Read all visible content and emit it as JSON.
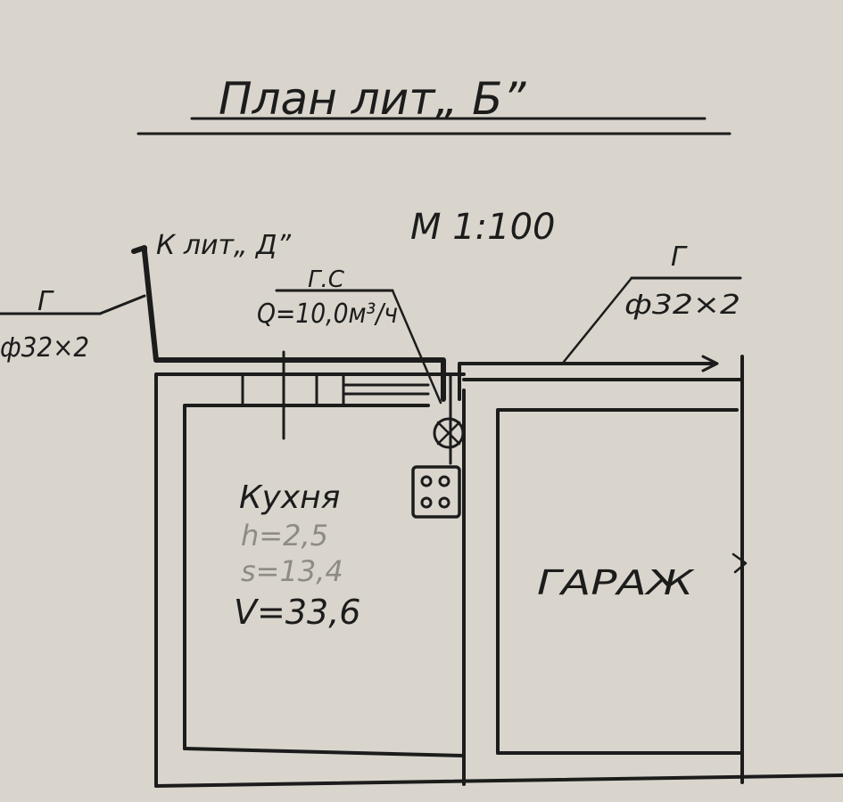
{
  "title": "План лит„ Б”",
  "scale": "М 1:100",
  "pointer_left": "К лит„ Д”",
  "pipe_left": {
    "type": "Г",
    "size": "ф32×2"
  },
  "pipe_right": {
    "type": "Г",
    "size": "ф32×2"
  },
  "meter": {
    "label": "Г.С",
    "flow": "Q=10,0м³/ч"
  },
  "rooms": {
    "kitchen": {
      "name": "Кухня",
      "height": "h=2,5",
      "area": "s=13,4",
      "volume": "V=33,6"
    },
    "garage": {
      "name": "ГАРАЖ"
    }
  },
  "colors": {
    "paper": "#d9d5cc",
    "ink": "#1c1c1c",
    "faint_ink": "#8e8b85"
  }
}
